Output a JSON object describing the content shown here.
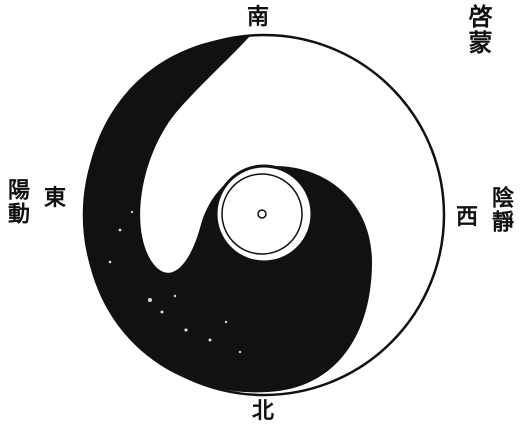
{
  "title": "啓蒙",
  "directions": {
    "south": "南",
    "north": "北",
    "east": "東",
    "west": "西"
  },
  "left_label": "陽動",
  "right_label": "陰靜",
  "colors": {
    "ink": "#111111",
    "paper": "#ffffff"
  }
}
